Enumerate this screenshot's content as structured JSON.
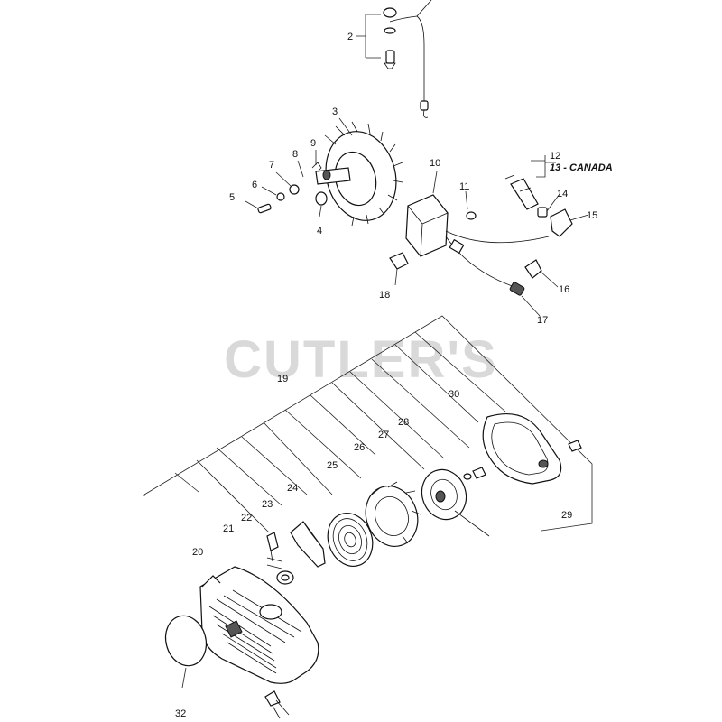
{
  "watermark": "CUTLER'S",
  "callouts": {
    "c2": "2",
    "c3": "3",
    "c4": "4",
    "c5": "5",
    "c6": "6",
    "c7": "7",
    "c8": "8",
    "c9": "9",
    "c10": "10",
    "c11": "11",
    "c12": "12",
    "c13": "13 - CANADA",
    "c14": "14",
    "c15": "15",
    "c16": "16",
    "c17": "17",
    "c18": "18",
    "c19": "19",
    "c20": "20",
    "c21": "21",
    "c22": "22",
    "c23": "23",
    "c24": "24",
    "c25": "25",
    "c26": "26",
    "c27": "27",
    "c28": "28",
    "c29": "29",
    "c30": "30",
    "c32": "32"
  },
  "colors": {
    "line": "#111111",
    "watermark": "#d9d9d9",
    "fill_dark": "#555555"
  }
}
